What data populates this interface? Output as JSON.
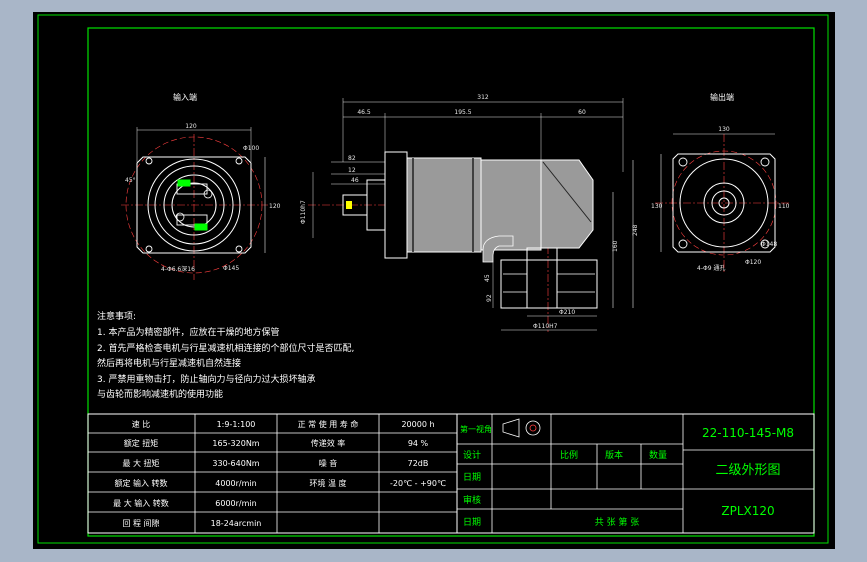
{
  "colors": {
    "background": "#000000",
    "frame": "#00e000",
    "geometry": "#ffffff",
    "dimension": "#e8e8e8",
    "center_line": "#ff4040",
    "title_block": "#00ff00",
    "body_fill": "#9a9a9a"
  },
  "views": {
    "input_end_label": "输入端",
    "output_end_label": "输出端"
  },
  "input_view": {
    "width_dim": "120",
    "height_dim": "120",
    "diam_top": "Φ100",
    "angle": "45°",
    "holes": "4-Φ6.6深16",
    "diam_bottom": "Φ145"
  },
  "side_view": {
    "overall": "312",
    "left_seg": "46.5",
    "mid_seg": "195.5",
    "right_seg": "60",
    "dim_82": "82",
    "dim_12": "12",
    "dim_46": "46",
    "shaft_dia": "Φ110h7",
    "height_248": "248",
    "height_160": "160",
    "d_45": "45",
    "d_92": "92",
    "base_dia": "Φ210",
    "base_bore": "Φ110H7"
  },
  "output_view": {
    "width_dim": "130",
    "height_dim": "130",
    "diam_148": "Φ148",
    "holes": "4-Φ9 通孔",
    "diam_120": "Φ120",
    "dim_110": "110"
  },
  "notes": [
    "注意事项:",
    "1. 本产品为精密部件，应放在干燥的地方保管",
    "2. 首先严格检查电机与行星减速机相连接的个部位尺寸是否匹配,",
    "然后再将电机与行星减速机自然连接",
    "3. 严禁用重物击打，防止轴向力与径向力过大损坏轴承",
    "与齿轮而影响减速机的使用功能"
  ],
  "spec_table": [
    [
      "速 比",
      "1:9-1:100",
      "正 常 使 用 寿 命",
      "20000 h"
    ],
    [
      "额定 扭矩",
      "165-320Nm",
      "传递效 率",
      "94 %"
    ],
    [
      "最 大 扭矩",
      "330-640Nm",
      "噪 音",
      "72dB"
    ],
    [
      "额定 输入 转数",
      "4000r/min",
      "环境 温 度",
      "-20℃ - +90℃"
    ],
    [
      "最 大 输入 转数",
      "6000r/min",
      "",
      ""
    ],
    [
      "回 程 间隙",
      "18-24arcmin",
      "",
      ""
    ]
  ],
  "title_block": {
    "projection_label": "第一视角",
    "design": "设计",
    "date1": "日期",
    "review": "审核",
    "date2": "日期",
    "scale": "比例",
    "version": "版本",
    "quantity": "数量",
    "sheet": "共   张   第   张",
    "part_number": "22-110-145-M8",
    "drawing_title": "二级外形图",
    "model": "ZPLX120"
  }
}
